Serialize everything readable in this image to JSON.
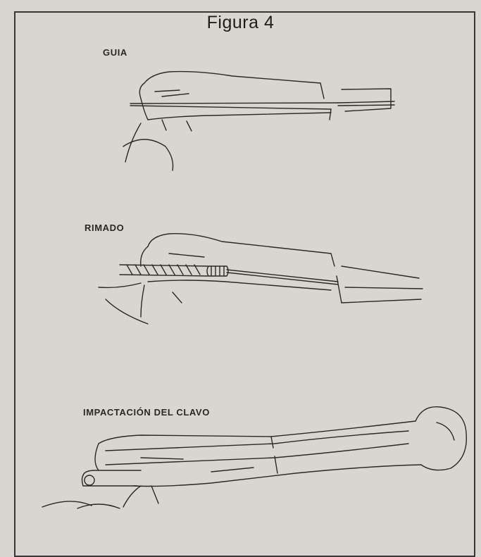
{
  "figure": {
    "title": "Figura 4",
    "steps": [
      {
        "label": "GUIA"
      },
      {
        "label": "RIMADO"
      },
      {
        "label": "IMPACTACIÓN DEL CLAVO"
      }
    ]
  }
}
